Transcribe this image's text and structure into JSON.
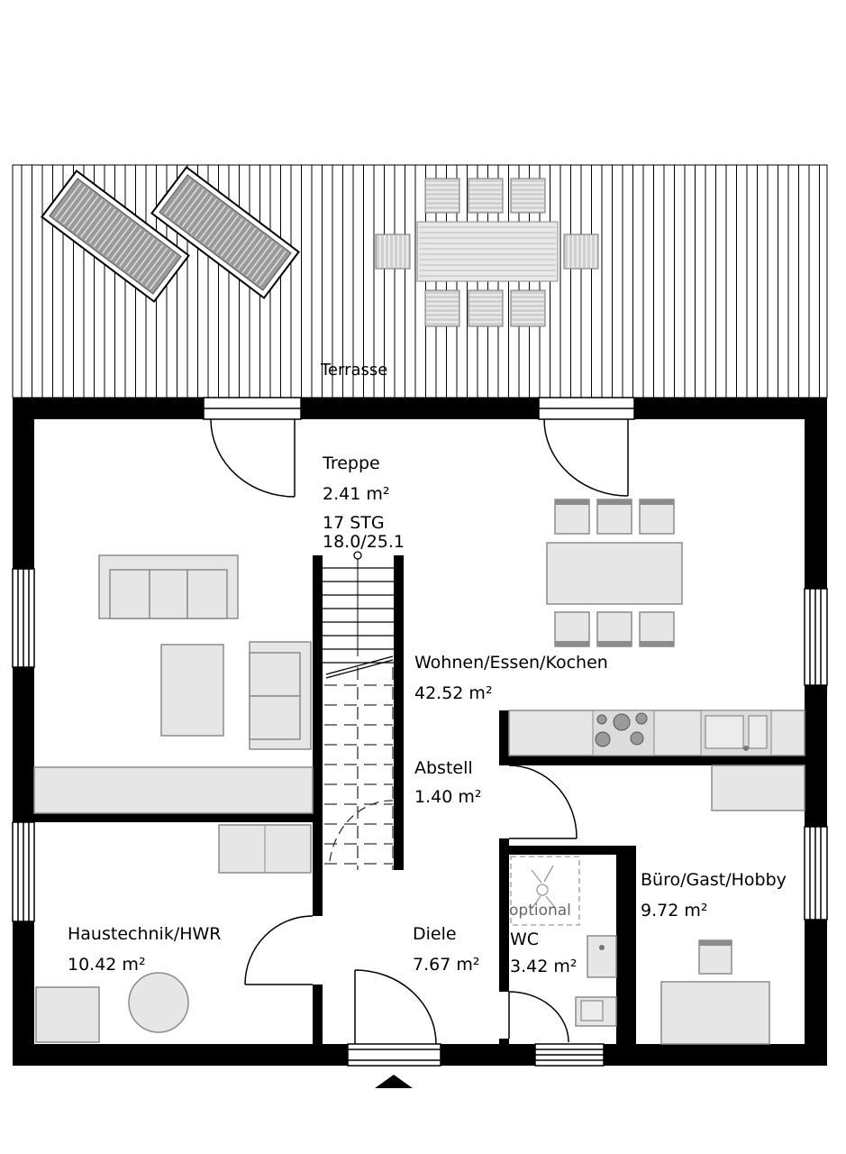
{
  "rooms": {
    "terrace": {
      "name": "Terrasse"
    },
    "stairs": {
      "name": "Treppe",
      "area": "2.41 m²",
      "steps": "17 STG",
      "step_size": "18.0/25.1"
    },
    "living": {
      "name": "Wohnen/Essen/Kochen",
      "area": "42.52 m²"
    },
    "storage": {
      "name": "Abstell",
      "area": "1.40 m²"
    },
    "utility": {
      "name": "Haustechnik/HWR",
      "area": "10.42 m²"
    },
    "hall": {
      "name": "Diele",
      "area": "7.67 m²"
    },
    "wc": {
      "name": "WC",
      "area": "3.42 m²",
      "note": "optional"
    },
    "office": {
      "name": "Büro/Gast/Hobby",
      "area": "9.72 m²"
    }
  },
  "colors": {
    "wall": "#000000",
    "furniture_fill": "#e6e6e6",
    "furniture_stroke": "#8c8c8c",
    "dashed": "#333333"
  }
}
